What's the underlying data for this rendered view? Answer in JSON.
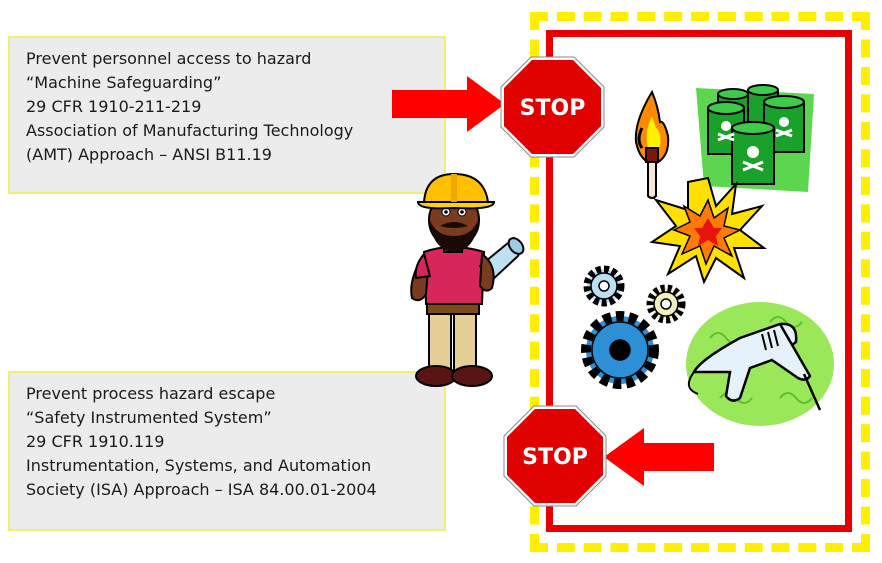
{
  "boxes": {
    "top": {
      "lines": [
        "Prevent personnel access to hazard",
        "“Machine Safeguarding”",
        "29 CFR 1910-211-219",
        "Association of Manufacturing Technology",
        "(AMT) Approach – ANSI B11.19"
      ]
    },
    "bottom": {
      "lines": [
        "Prevent process hazard escape",
        "“Safety Instrumented System”",
        "29 CFR 1910.119",
        "Instrumentation, Systems, and Automation",
        "Society (ISA) Approach – ISA 84.00.01-2004"
      ]
    }
  },
  "signs": {
    "top_label": "STOP",
    "bottom_label": "STOP"
  },
  "icons": [
    "worker-icon",
    "match-flame-icon",
    "toxic-barrels-icon",
    "explosion-icon",
    "gears-icon",
    "power-drill-icon"
  ],
  "colors": {
    "stop_red": "#e00000",
    "arrow_red": "#ff0000",
    "zone_border": "#e80000",
    "zone_dashes": "#ffee00",
    "textbox_bg": "#ececec",
    "textbox_border": "#f2ee74"
  }
}
